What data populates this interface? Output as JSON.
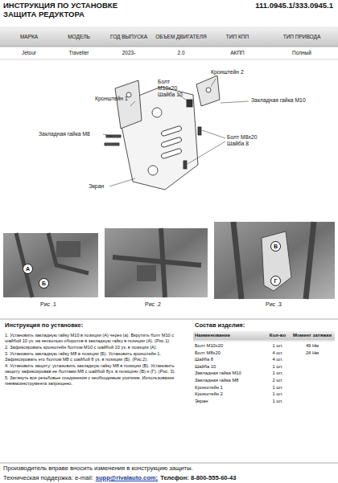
{
  "diagram": {
    "title": "ИНСТРУКЦИЯ ПО УСТАНОВКЕ",
    "labels": [
      "ЗАЩИТА РЕДУКТОРА",
      "111.0945.1/333.0945.1",
      "МАРКА",
      "МОДЕЛЬ",
      "ГОД ВЫПУСКА",
      "ОБЪЕМ ДВИГАТЕЛЯ",
      "ТИП КПП",
      "ТИП ПРИВОДА",
      "Jetour",
      "Traveller",
      "2023-",
      "2.0",
      "АКПП",
      "Полный",
      "Болт М10х20 Шайба 10",
      "Кронштейн 2",
      "Кронштейн 1",
      "Закладная гайка М10",
      "Закладная гайка М8",
      "Болт М8х20 Шайба 8",
      "Экран",
      "Рис .1",
      "Рис .2",
      "Рис .3",
      "А",
      "Б",
      "В",
      "Г",
      "Инструкция по установке:",
      "1. Установить закладную гайку М10 в позиции (А) через (а). Вкрутить болт М10 с шайбой 10 уз. на несколько оборотов в закладную гайку в позиции (А). (Рис.1)",
      "2. Зафиксировать кронштейн болтом М10 с шайбой 10 уз. в позиции (А).",
      "3. Установить закладную гайку М8 в позиции (Б). Установить кронштейн 1. Зафиксировать его болтом М8 с шайбой 8 уз. в позиции (Б). (Рис.2).",
      "4. Установить защиту: установить закладную гайку М8 в позиции (В). Установить защиту зафиксировав ее болтами М8 с шайбой 8уз. в позициях (В) и (Г). (Рис. 3).",
      "5. Затянуть все резьбовые соединения с необходимым усилием. Использование пневмоинструмента запрещено.",
      "Состав изделия:",
      "Наименование",
      "Кол-во",
      "Момент затяжки",
      "Болт М10х20",
      "1 шт.",
      "49 Нм",
      "Болт М8х20",
      "4 шт.",
      "24 Нм",
      "Шайба 8",
      "4 шт.",
      "Шайба 10",
      "1 шт.",
      "Закладная гайка М10",
      "1 шт.",
      "Закладная гайка М8",
      "2 шт.",
      "Кронштейн 1",
      "1 шт.",
      "Кронштейн 2",
      "1 шт.",
      "Экран",
      "1 шт.",
      "Производитель вправе вносить изменения в конструкцию защиты.",
      "Техническая поддержка: e-mail:",
      "supp@rivalauto.com;",
      "Телефон: 8-800-555-60-43"
    ]
  }
}
